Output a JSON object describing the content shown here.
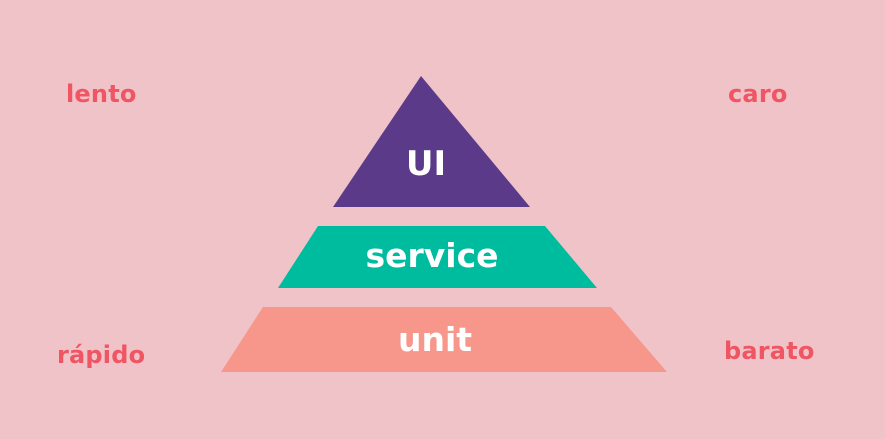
{
  "labels": {
    "top_left": "lento",
    "top_right": "caro",
    "bottom_left": "rápido",
    "bottom_right": "barato"
  },
  "layers": {
    "top": {
      "label": "UI",
      "color": "#5b3a8a"
    },
    "middle": {
      "label": "service",
      "color": "#00bc9f"
    },
    "bottom": {
      "label": "unit",
      "color": "#f7978b"
    }
  },
  "colors": {
    "background": "#efc3c8",
    "accent_text": "#ef5562",
    "layer_text": "#ffffff"
  }
}
